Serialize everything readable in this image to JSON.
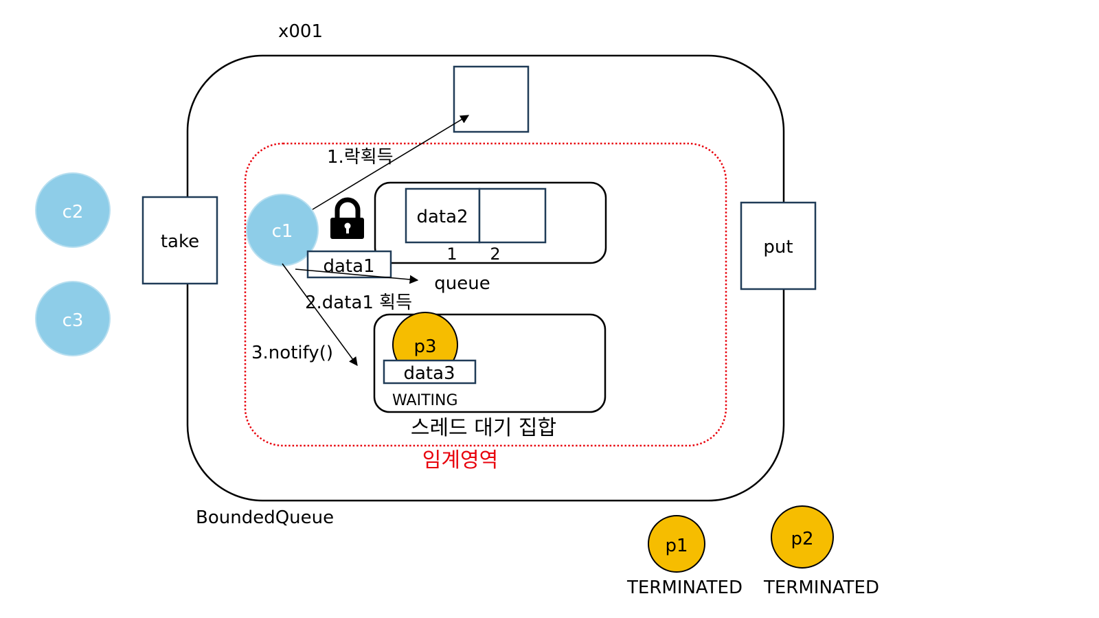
{
  "address": "x001",
  "object_label": "BoundedQueue",
  "critical_section_label": "임계영역",
  "take_label": "take",
  "put_label": "put",
  "queue": {
    "label": "queue",
    "slots": [
      "data2",
      ""
    ],
    "indices": [
      "1",
      "2"
    ]
  },
  "wait_set": {
    "label": "스레드 대기 집합",
    "thread": "p3",
    "thread_data": "data3",
    "state": "WAITING"
  },
  "steps": {
    "step1": "1.락획득",
    "step2": "2.data1 획득",
    "step3": "3.notify()"
  },
  "consumer_active": {
    "name": "c1",
    "data": "data1"
  },
  "consumers_outside": [
    "c2",
    "c3"
  ],
  "producers_done": [
    {
      "name": "p1",
      "state": "TERMINATED"
    },
    {
      "name": "p2",
      "state": "TERMINATED"
    }
  ],
  "icons": {
    "lock": "lock-icon"
  },
  "colors": {
    "consumer": "#8ecde8",
    "producer": "#f6bd00",
    "critical": "#e8000b",
    "stroke": "#000000",
    "box_stroke": "#1f3b57"
  }
}
